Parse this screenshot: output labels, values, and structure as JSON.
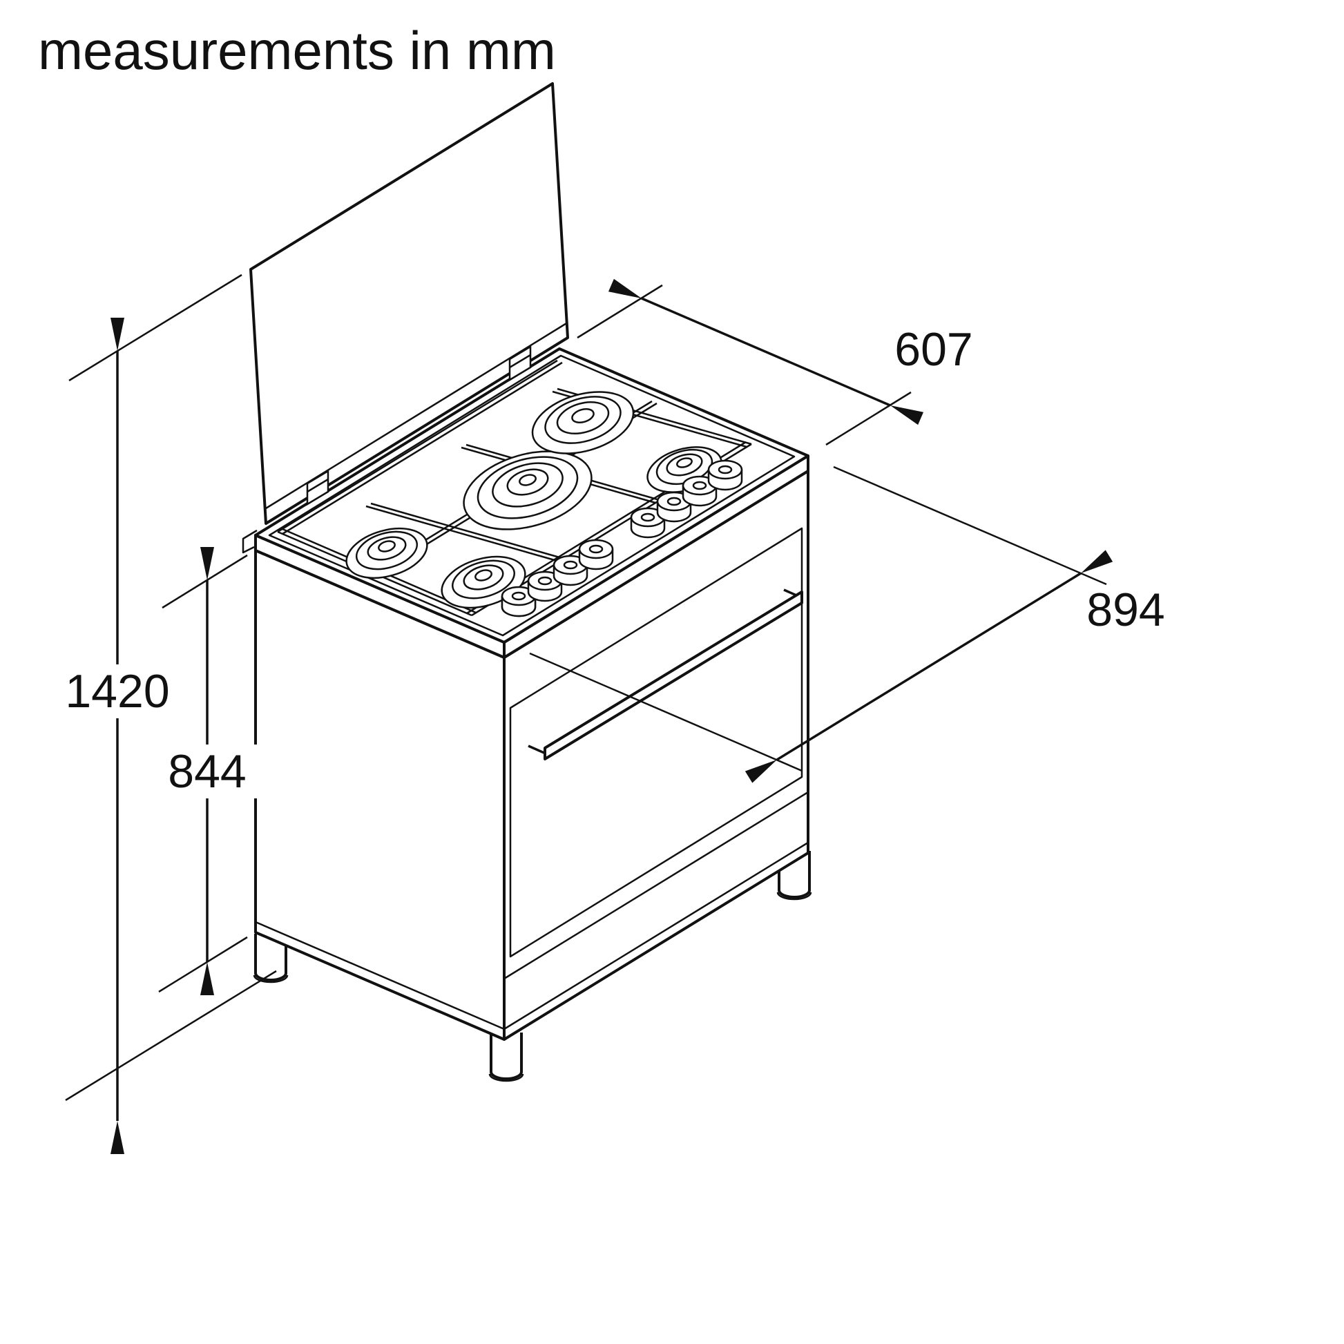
{
  "title": "measurements in mm",
  "unit": "mm",
  "dimensions": {
    "depth": "607",
    "width": "894",
    "height_total": "1420",
    "height_worktop": "844"
  },
  "drawing": {
    "subject": "freestanding gas range cooker with lid open",
    "burner_count": 5,
    "knob_count": 8
  },
  "colors": {
    "line": "#111111",
    "background": "#ffffff"
  }
}
